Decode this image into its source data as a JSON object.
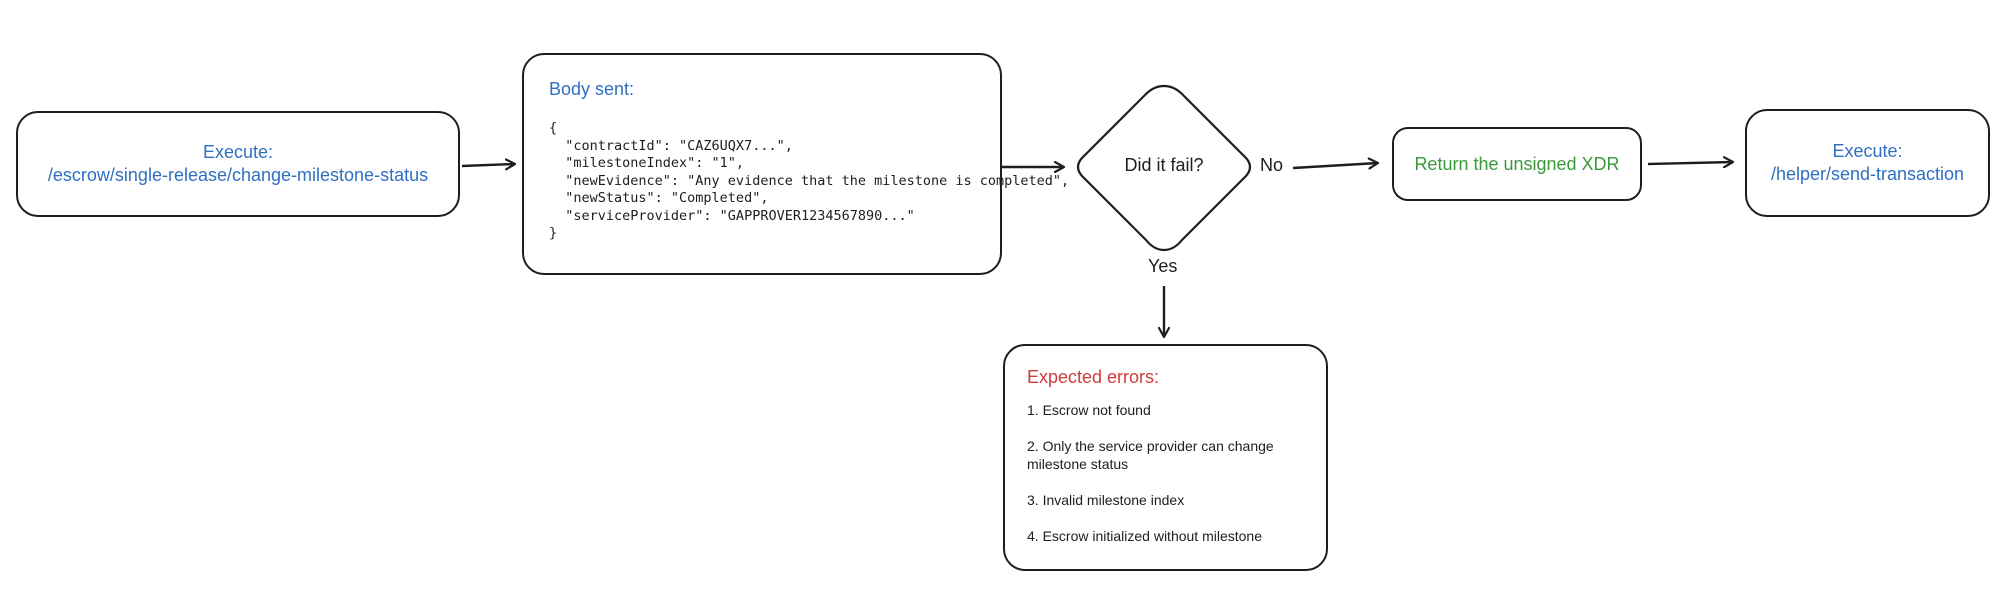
{
  "nodes": {
    "execute_change": {
      "line1": "Execute:",
      "line2": "/escrow/single-release/change-milestone-status"
    },
    "body_sent": {
      "title": "Body sent:",
      "code_lines": [
        "{",
        "  \"contractId\": \"CAZ6UQX7...\",",
        "  \"milestoneIndex\": \"1\",",
        "  \"newEvidence\": \"Any evidence that the milestone is completed\",",
        "  \"newStatus\": \"Completed\",",
        "  \"serviceProvider\": \"GAPPROVER1234567890...\"",
        "}"
      ]
    },
    "decision": {
      "question": "Did it fail?"
    },
    "return_xdr": {
      "text": "Return the unsigned XDR"
    },
    "execute_send": {
      "line1": "Execute:",
      "line2": "/helper/send-transaction"
    },
    "expected_errors": {
      "title": "Expected errors:",
      "items": [
        "1. Escrow not found",
        "2. Only the service provider can change milestone status",
        "3. Invalid milestone index",
        "4. Escrow initialized without milestone"
      ]
    }
  },
  "edges": {
    "no_label": "No",
    "yes_label": "Yes"
  },
  "colors": {
    "stroke": "#1e1e1e",
    "blue": "#2f6fc2",
    "green": "#3a9a3a",
    "red": "#d03a3a"
  }
}
